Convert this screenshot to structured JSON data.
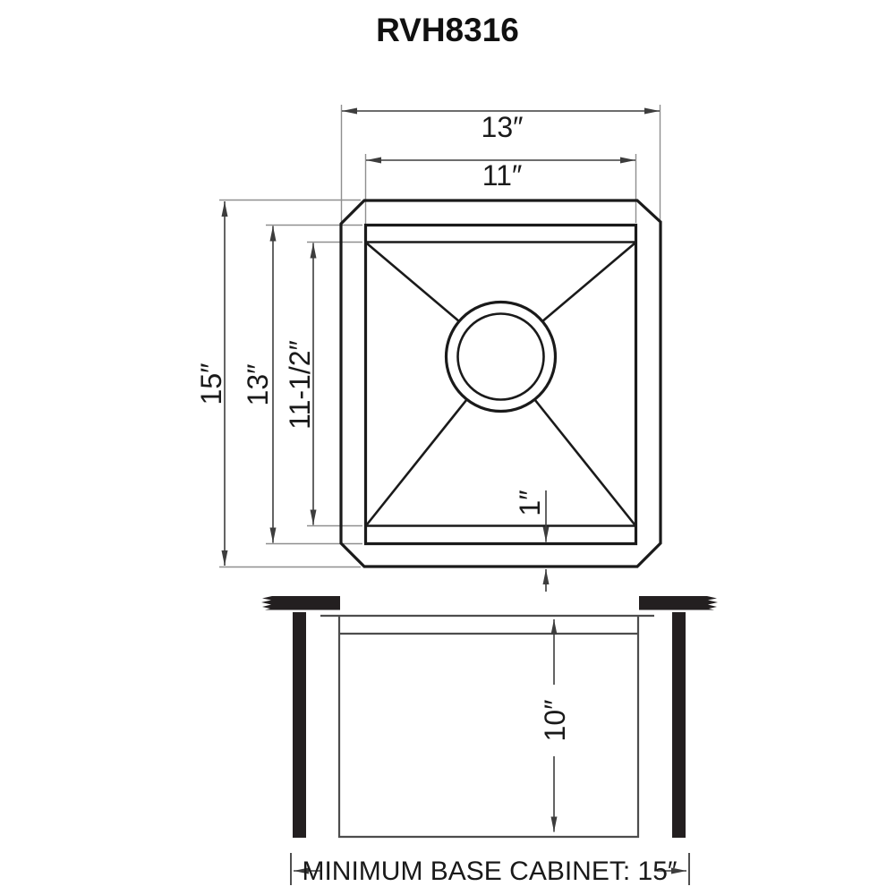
{
  "title": "RVH8316",
  "top_view": {
    "outer_width_label": "13″",
    "bowl_width_label": "11″",
    "outer_depth_label": "15″",
    "bowl_depth_label": "13″",
    "bottom_flat_depth_label": "11-1/2″",
    "rim_width_label": "1″"
  },
  "side_view": {
    "bowl_depth_label": "10″",
    "cabinet_note": "MINIMUM BASE CABINET: 15″"
  },
  "colors": {
    "background": "#ffffff",
    "outline": "#1a1a1a",
    "dimension_line": "#3d3d3d",
    "extension_line": "#8f8f8f",
    "side_outline": "#4d4d4d",
    "solid_fill": "#231f20"
  }
}
